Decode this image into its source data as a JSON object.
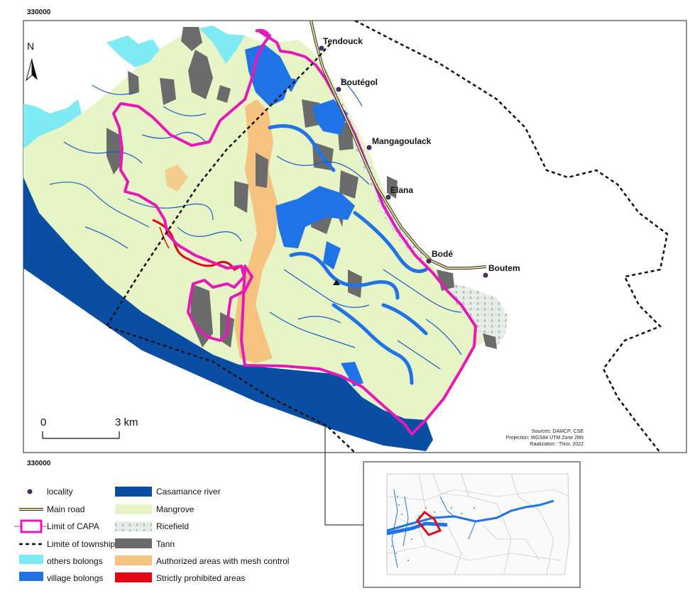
{
  "coords": {
    "top_x": "330000",
    "bottom_x": "330000"
  },
  "north_label": "N",
  "scale": {
    "zero": "0",
    "end": "3 km"
  },
  "localities": [
    {
      "name": "Tendouck"
    },
    {
      "name": "Boutégol"
    },
    {
      "name": "Mangagoulack"
    },
    {
      "name": "Elana"
    },
    {
      "name": "Bodé"
    },
    {
      "name": "Boutem"
    }
  ],
  "sources": {
    "line1": "Sources: DAMCP; CSE",
    "line2": "Projection: WGS84 UTM Zone 28N",
    "line3": "Raalization : Thior, 2022"
  },
  "legend": {
    "left": [
      {
        "label": "locality",
        "icon": "locality-dot-icon"
      },
      {
        "label": "Main road",
        "icon": "main-road-icon"
      },
      {
        "label": "Limit of CAPA",
        "icon": "capa-limit-icon"
      },
      {
        "label": "Limite of township",
        "icon": "township-limit-icon"
      },
      {
        "label": "others bolongs",
        "icon": "others-bolongs-swatch"
      },
      {
        "label": "village bolongs",
        "icon": "village-bolongs-swatch"
      }
    ],
    "right": [
      {
        "label": "Casamance river",
        "icon": "casamance-river-swatch"
      },
      {
        "label": "Mangrove",
        "icon": "mangrove-swatch"
      },
      {
        "label": "Ricefield",
        "icon": "ricefield-swatch"
      },
      {
        "label": "Tann",
        "icon": "tann-swatch"
      },
      {
        "label": "Authorized areas with mesh control",
        "icon": "authorized-areas-swatch"
      },
      {
        "label": "Strictly prohibited areas",
        "icon": "prohibited-areas-swatch"
      }
    ]
  },
  "colors": {
    "mangrove": "#e6f4c6",
    "casamance_river": "#0a4ea3",
    "village_bolongs": "#1f73e6",
    "others_bolongs": "#7eeaf4",
    "tann": "#6b6b6b",
    "authorized": "#f6c27f",
    "prohibited": "#e30613",
    "capa_limit": "#e619b8",
    "road": "#c8b46a"
  }
}
